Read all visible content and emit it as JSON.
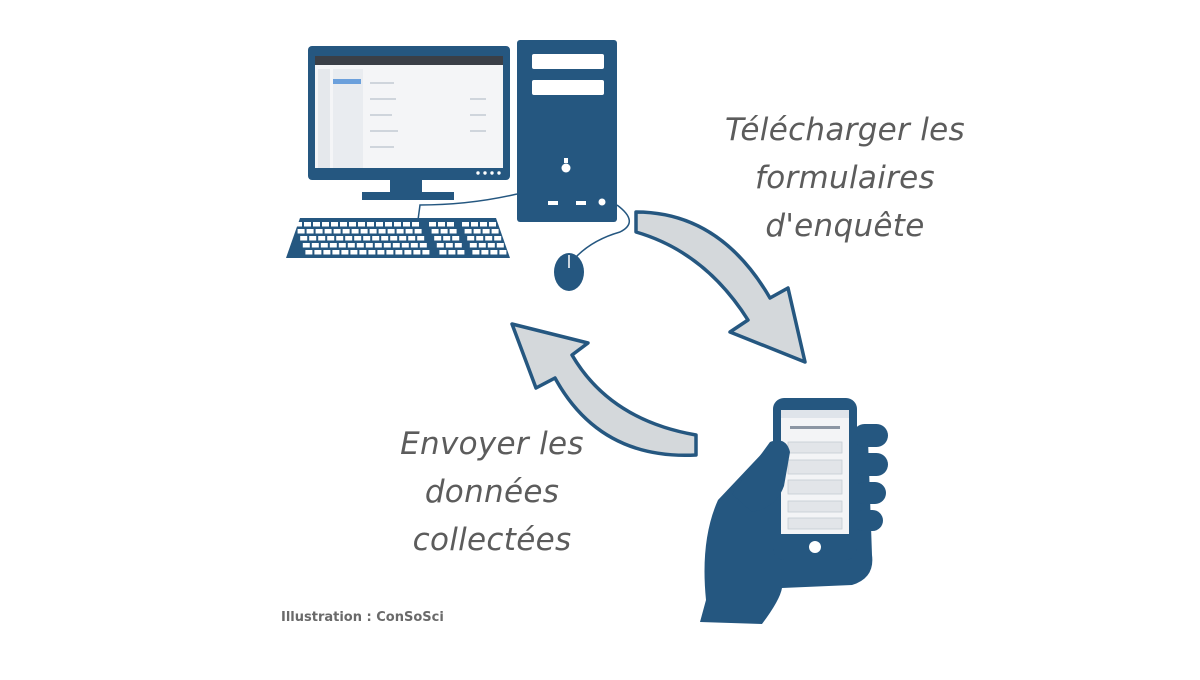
{
  "diagram": {
    "captions": {
      "download": [
        "Télécharger les",
        "formulaires",
        "d'enquête"
      ],
      "send": [
        "Envoyer les",
        "données",
        "collectées"
      ]
    },
    "credit": "Illustration : ConSoSci",
    "colors": {
      "device": "#255780",
      "arrow_fill": "#d4d8db",
      "text": "#5c5c5c"
    },
    "icons": [
      "desktop-computer-icon",
      "keyboard-icon",
      "mouse-icon",
      "smartphone-in-hand-icon",
      "arrow-down-right-icon",
      "arrow-up-left-icon"
    ]
  }
}
